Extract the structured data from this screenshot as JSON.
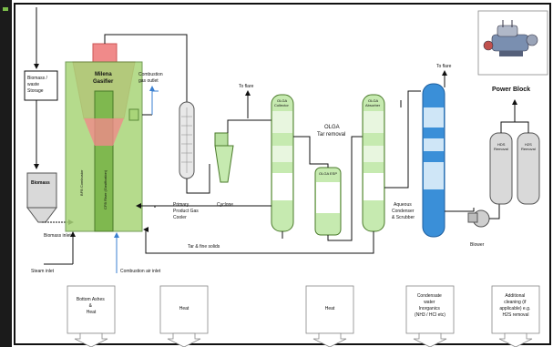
{
  "labels": {
    "biomass_storage": [
      "Biomass /",
      "waste",
      "Storage"
    ],
    "biomass": "Biomass",
    "biomass_inlet": "Biomass inlet",
    "steam_inlet": "Steam inlet",
    "gasifier": [
      "Milena",
      "Gasifier"
    ],
    "combustion_gas_outlet": [
      "Combustion",
      "gas outlet"
    ],
    "to_flare_1": "To flare",
    "to_flare_2": "To flare",
    "primary_product_gas_cooler": [
      "Primary",
      "Product Gas",
      "Cooler"
    ],
    "cyclone": "Cyclone",
    "olga_collector": [
      "OLGA",
      "Collector"
    ],
    "olga_absorber": [
      "OLGA",
      "Absorber"
    ],
    "olga_tar_removal": [
      "OLGA",
      "Tar removal"
    ],
    "olga_esp": "OLGA ESP",
    "aqueous_condenser": [
      "Aqueous",
      "Condenser",
      "& Scrubber"
    ],
    "power_block": "Power Block",
    "blower": "Blower",
    "hds_1": [
      "HDS",
      "Removal"
    ],
    "hds_2": [
      "H2S",
      "Removal"
    ],
    "tar_fine_solids": "Tar & fine solids",
    "combustion_air_inlet": "Combustion air inlet",
    "bfb_combustor": "BFB Combustor",
    "cfb_riser": "CFB Riser (Gasification)"
  },
  "outputs": [
    {
      "lines": [
        "Bottom Ashes",
        "&",
        "Heat"
      ]
    },
    {
      "lines": [
        "Heat"
      ]
    },
    {
      "lines": [
        "Heat"
      ]
    },
    {
      "lines": [
        "Condensate",
        "water",
        "Inorganics",
        "(NH3 / HCl etc)"
      ]
    },
    {
      "lines": [
        "Additional",
        "cleaning (if",
        "applicable) e.g.",
        "H2S removal"
      ]
    }
  ],
  "colors": {
    "gasifier_body": "#a9d579",
    "gasifier_top": "#f08a8a",
    "riser": "#7fb84f",
    "green_column": "#c6eab0",
    "blue_column": "#3a8fd8",
    "gray_vessel": "#d9d9d9",
    "air_line": "#3a7fd0"
  }
}
